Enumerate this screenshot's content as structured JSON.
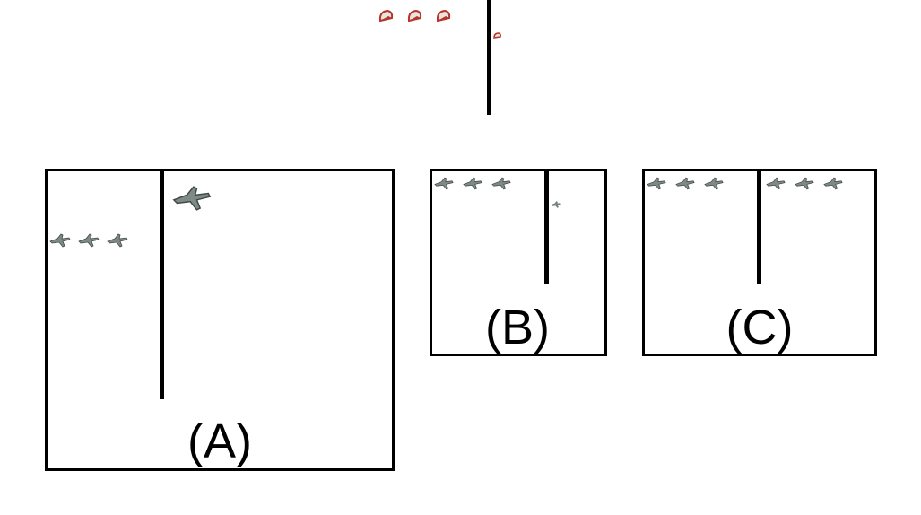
{
  "colors": {
    "line": "#000000",
    "plane_body": "#7f8a86",
    "plane_dark": "#3f4946",
    "cap_red": "#b5342c",
    "cap_white": "#e9e4dc"
  },
  "panels": [
    {
      "id": "A",
      "label": "(A)"
    },
    {
      "id": "B",
      "label": "(B)"
    },
    {
      "id": "C",
      "label": "(C)"
    }
  ],
  "icons": {
    "top": "cap-icon",
    "panels": "airplane-icon"
  }
}
